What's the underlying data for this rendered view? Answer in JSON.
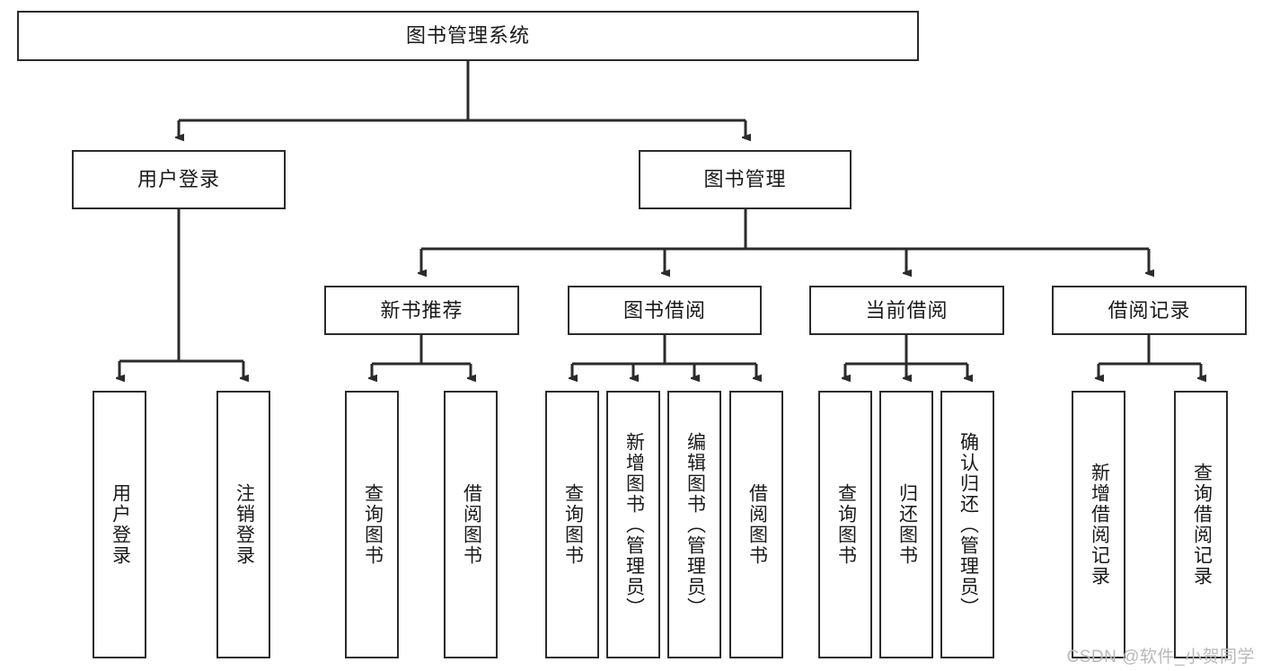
{
  "diagram": {
    "title": "图书管理系统",
    "type": "tree-diagram",
    "watermark": "CSDN @软件_小贺同学",
    "nodes": {
      "root": {
        "label": "图书管理系统"
      },
      "level2": [
        {
          "label": "用户登录"
        },
        {
          "label": "图书管理"
        }
      ],
      "level3": [
        {
          "label": "新书推荐"
        },
        {
          "label": "图书借阅"
        },
        {
          "label": "当前借阅"
        },
        {
          "label": "借阅记录"
        }
      ],
      "leaves": [
        {
          "label": "用户登录"
        },
        {
          "label": "注销登录"
        },
        {
          "label": "查询图书"
        },
        {
          "label": "借阅图书"
        },
        {
          "label": "查询图书"
        },
        {
          "label": "新增图书（管理员）"
        },
        {
          "label": "编辑图书（管理员）"
        },
        {
          "label": "借阅图书"
        },
        {
          "label": "查询图书"
        },
        {
          "label": "归还图书"
        },
        {
          "label": "确认归还（管理员）"
        },
        {
          "label": "新增借阅记录"
        },
        {
          "label": "查询借阅记录"
        }
      ]
    },
    "colors": {
      "stroke": "#2b2b2b",
      "fill": "#ffffff",
      "text": "#1a1a1a",
      "watermark": "#b9b9b9"
    }
  }
}
